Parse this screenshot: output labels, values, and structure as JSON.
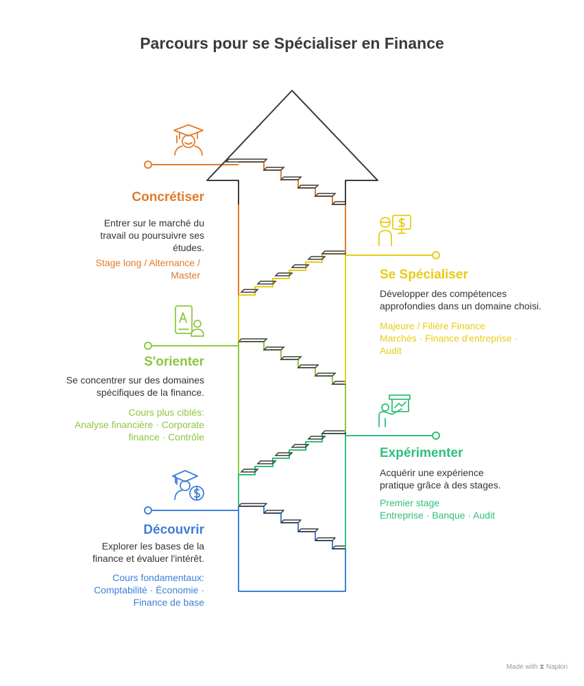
{
  "title": "Parcours pour se Spécialiser en Finance",
  "colors": {
    "concretiser": "#e07b2a",
    "specialiser": "#e8cc14",
    "orienter": "#8dc63f",
    "experimenter": "#2fbf7a",
    "decouvrir": "#3c7fd8",
    "outline": "#3a3a3a"
  },
  "stages": {
    "concretiser": {
      "icon": "graduate-icon",
      "heading": "Concrétiser",
      "desc": [
        "Entrer sur le marché du",
        "travail ou poursuivre ses",
        "études."
      ],
      "detail": [
        "Stage long / Alternance /",
        "Master"
      ]
    },
    "specialiser": {
      "icon": "finance-monitor-icon",
      "heading": "Se Spécialiser",
      "desc": [
        "Développer des compétences",
        "approfondies dans un domaine choisi."
      ],
      "detail": [
        "Majeure / Filière Finance",
        "Marchés · Finance d'entreprise ·",
        "Audit"
      ]
    },
    "orienter": {
      "icon": "student-card-icon",
      "heading": "S'orienter",
      "desc": [
        "Se concentrer sur des domaines",
        "spécifiques de la finance."
      ],
      "detail": [
        "Cours plus ciblés:",
        "Analyse financière · Corporate",
        "finance · Contrôle"
      ]
    },
    "experimenter": {
      "icon": "presenter-board-icon",
      "heading": "Expérimenter",
      "desc": [
        "Acquérir une expérience",
        "pratique grâce à des stages."
      ],
      "detail": [
        "Premier stage",
        "Entreprise · Banque · Audit"
      ]
    },
    "decouvrir": {
      "icon": "graduate-money-icon",
      "heading": "Découvrir",
      "desc": [
        "Explorer les bases de la",
        "finance et évaluer l'intérêt."
      ],
      "detail": [
        "Cours fondamentaux:",
        "Comptabilité · Économie ·",
        "Finance de base"
      ]
    }
  },
  "footer": "Made with ⧗ Napkin"
}
